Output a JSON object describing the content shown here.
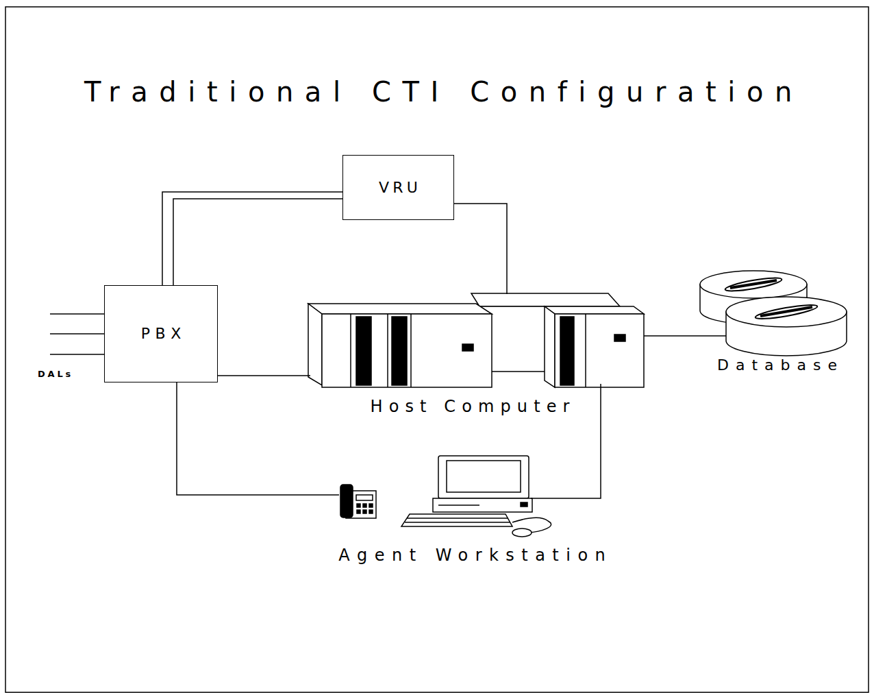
{
  "diagram": {
    "title": "Traditional CTI Configuration",
    "nodes": [
      {
        "text": [
          "VRU"
        ]
      },
      {
        "text": [
          "PBX"
        ]
      },
      {
        "text": [
          "Host Computer"
        ]
      },
      {
        "text": [
          "Database"
        ]
      },
      {
        "text": [
          "Agent Workstation"
        ]
      }
    ],
    "edges": [
      {
        "from": 1,
        "to": 0,
        "arrow": "none"
      },
      {
        "from": 0,
        "to": 2,
        "arrow": "none"
      },
      {
        "from": 1,
        "to": 2,
        "arrow": "none"
      },
      {
        "from": 2,
        "to": 3,
        "arrow": "none"
      },
      {
        "from": 1,
        "to": 4,
        "arrow": "none"
      },
      {
        "from": 2,
        "to": 4,
        "arrow": "none"
      }
    ],
    "labels": [
      "DALs"
    ]
  }
}
